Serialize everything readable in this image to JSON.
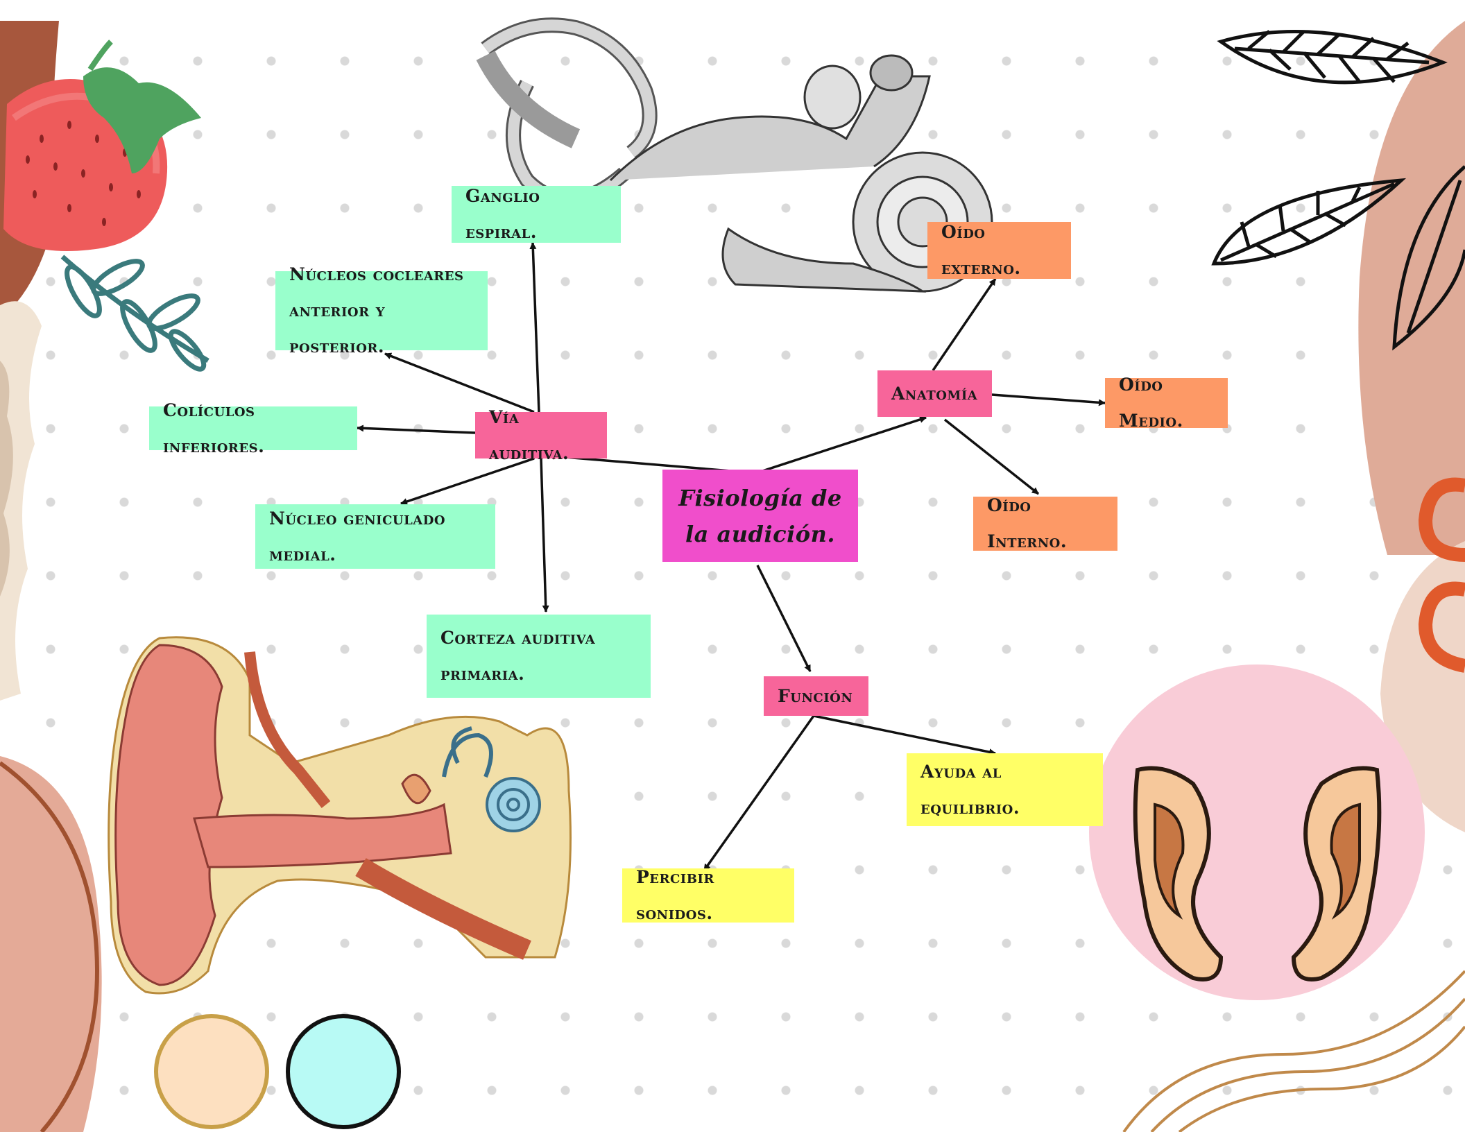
{
  "diagram": {
    "central_topic": "Fisiología de la audición.",
    "branches": [
      {
        "label": "Vía auditiva.",
        "children": [
          "Ganglio espiral.",
          "Núcleos cocleares anterior y posterior.",
          "Colículos inferiores.",
          "Núcleo geniculado medial.",
          "Corteza auditiva primaria."
        ]
      },
      {
        "label": "Anatomía",
        "children": [
          "Oído externo.",
          "Oído Medio.",
          "Oído Interno."
        ]
      },
      {
        "label": "Función",
        "children": [
          "Ayuda al equilibrio.",
          "Percibir sonidos."
        ]
      }
    ]
  },
  "colors": {
    "central": "#f04ecb",
    "branch": "#f7659a",
    "via_auditiva_children": "#99ffcc",
    "anatomia_children": "#fd9966",
    "funcion_children": "#ffff66"
  },
  "illustrations": [
    "strawberry",
    "leaf-sprig-icon",
    "inner-ear-labyrinth",
    "ear-cross-section",
    "pair-of-ears",
    "black-leaves",
    "decorative-circles"
  ]
}
